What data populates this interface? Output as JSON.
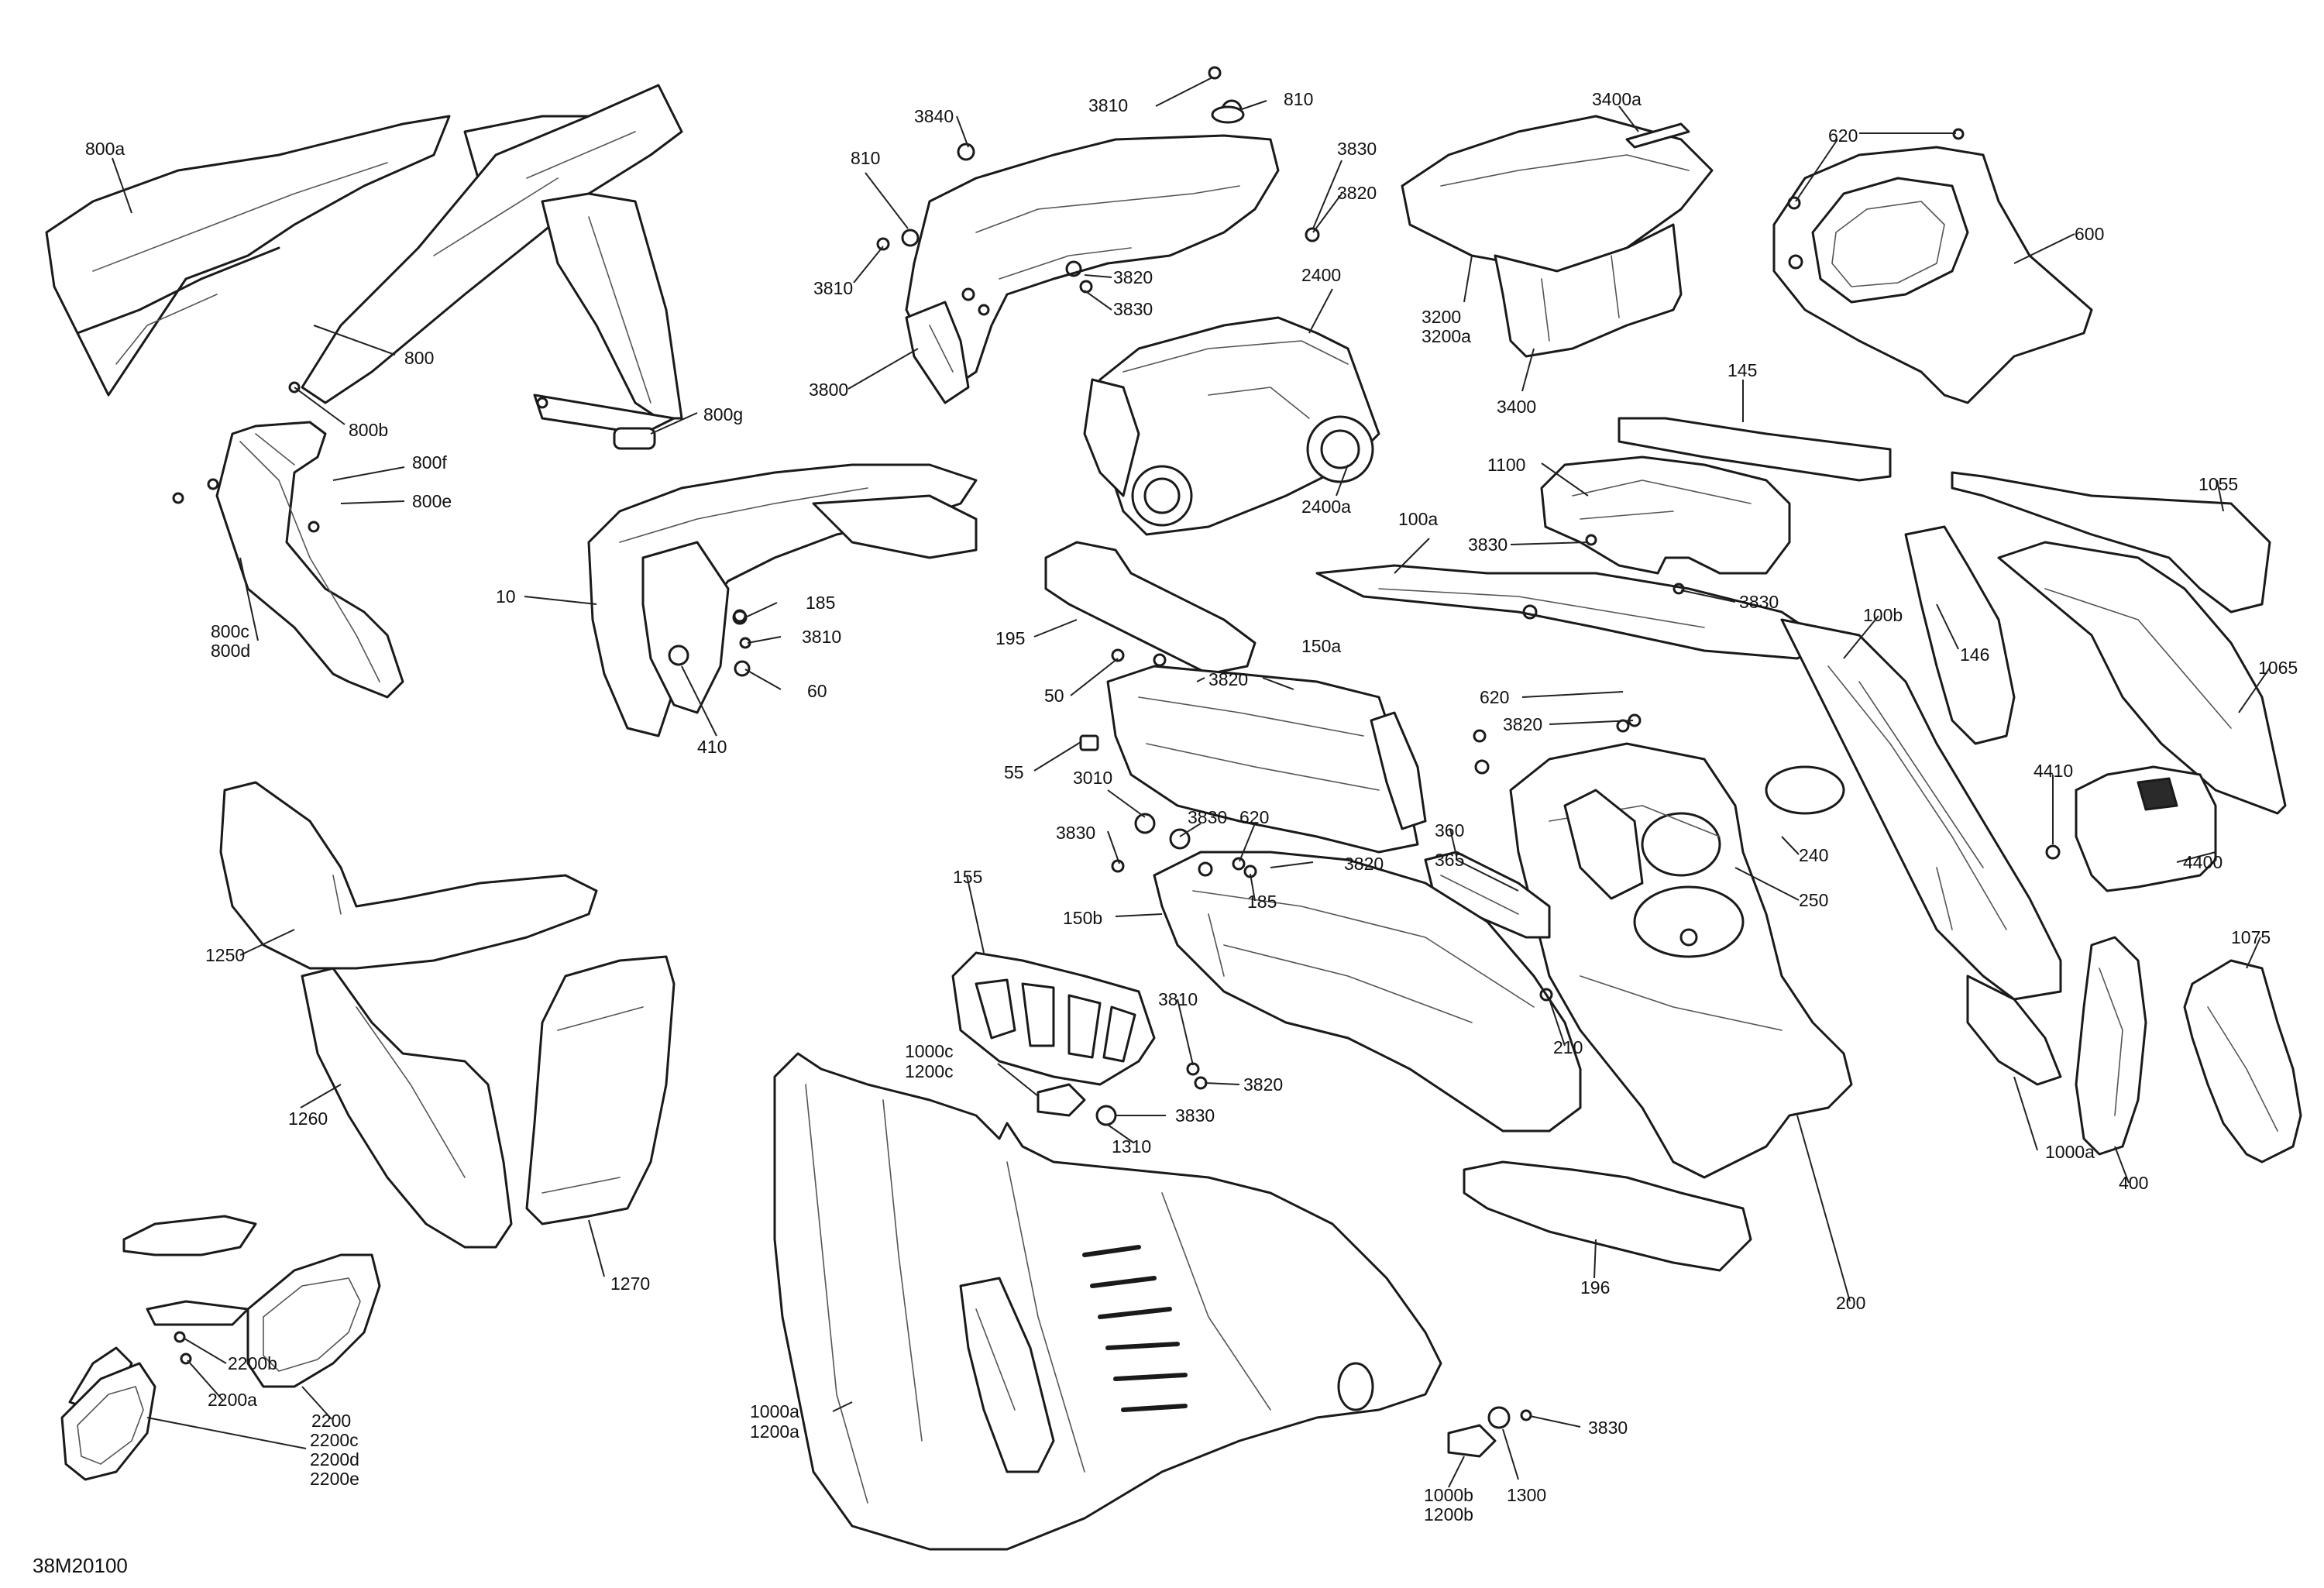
{
  "diagram": {
    "reference_code": "38M20100",
    "callouts": [
      "800a",
      "800",
      "800b",
      "800f",
      "800e",
      "800g",
      "800c",
      "800d",
      "3840",
      "3810",
      "810",
      "810",
      "3810",
      "3830",
      "3820",
      "3820",
      "3830",
      "3800",
      "2400",
      "2400a",
      "3400a",
      "3200",
      "3200a",
      "3400",
      "620",
      "600",
      "145",
      "1100",
      "3830",
      "3830",
      "1055",
      "146",
      "1065",
      "10",
      "185",
      "3810",
      "60",
      "410",
      "195",
      "50",
      "3820",
      "150a",
      "100a",
      "100b",
      "620",
      "3820",
      "55",
      "3010",
      "3830",
      "3830",
      "620",
      "3820",
      "185",
      "360",
      "365",
      "240",
      "250",
      "150b",
      "155",
      "4410",
      "4400",
      "3810",
      "1000c",
      "1200c",
      "3820",
      "3830",
      "1310",
      "210",
      "1075",
      "1250",
      "1260",
      "1270",
      "2200b",
      "2200a",
      "2200",
      "2200c",
      "2200d",
      "2200e",
      "1000a",
      "1200a",
      "196",
      "200",
      "1000a",
      "400",
      "3830",
      "1000b",
      "1200b",
      "1300"
    ]
  }
}
